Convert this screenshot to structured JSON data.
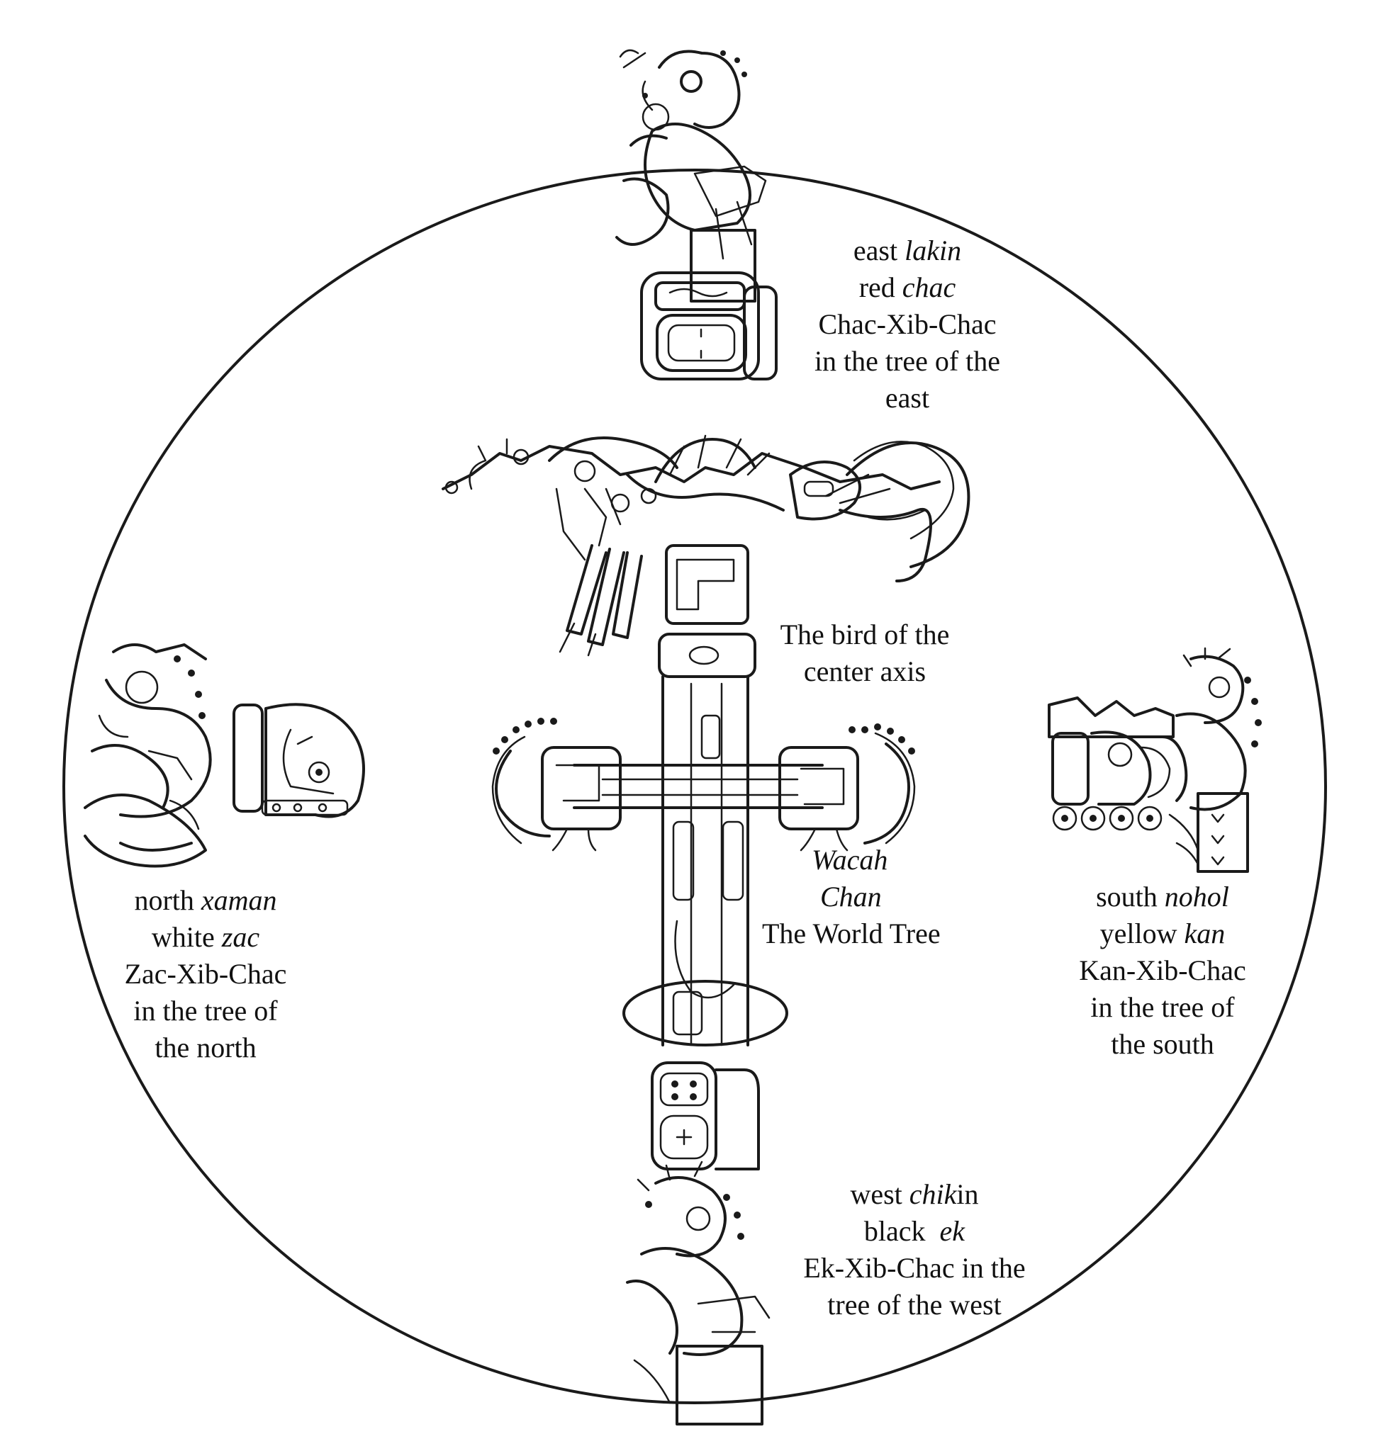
{
  "colors": {
    "ink": "#1a1a1a",
    "paper": "#ffffff"
  },
  "east": {
    "line1_plain": "east ",
    "line1_italic": "lakin",
    "line2_plain": "red ",
    "line2_italic": "chac",
    "line3": "Chac-Xib-Chac",
    "line4": "in the tree of the",
    "line5": "east"
  },
  "center_bird": {
    "line1": "The bird of the",
    "line2": "center axis"
  },
  "world_tree": {
    "line1_italic": "Wacah",
    "line2_italic": "Chan",
    "line3": "The World Tree"
  },
  "north": {
    "line1_plain": "north ",
    "line1_italic": "xaman",
    "line2_plain": "white ",
    "line2_italic": "zac",
    "line3": "Zac-Xib-Chac",
    "line4": "in the tree of",
    "line5": "the north"
  },
  "south": {
    "line1_plain": "south ",
    "line1_italic": "nohol",
    "line2_plain": "yellow ",
    "line2_italic": "kan",
    "line3": "Kan-Xib-Chac",
    "line4": "in the  tree of",
    "line5": "the south"
  },
  "west": {
    "line1_plain": "west ",
    "line1_italic": "chik",
    "line1_tail": "in",
    "line2_plain": "black  ",
    "line2_italic": "ek",
    "line3": "Ek-Xib-Chac in the",
    "line4": "tree of the west"
  },
  "icons": {
    "east_figure": "chac-deity-seated-icon",
    "east_glyph": "east-day-sign-glyph-icon",
    "west_figure": "chac-deity-seated-icon",
    "west_glyph": "west-day-sign-glyph-icon",
    "north_figure": "chac-deity-seated-icon",
    "north_glyph": "north-head-glyph-icon",
    "south_figure": "chac-deity-seated-icon",
    "south_glyph": "south-glyph-icon",
    "bird": "celestial-bird-icon",
    "tree": "world-tree-cross-icon"
  }
}
